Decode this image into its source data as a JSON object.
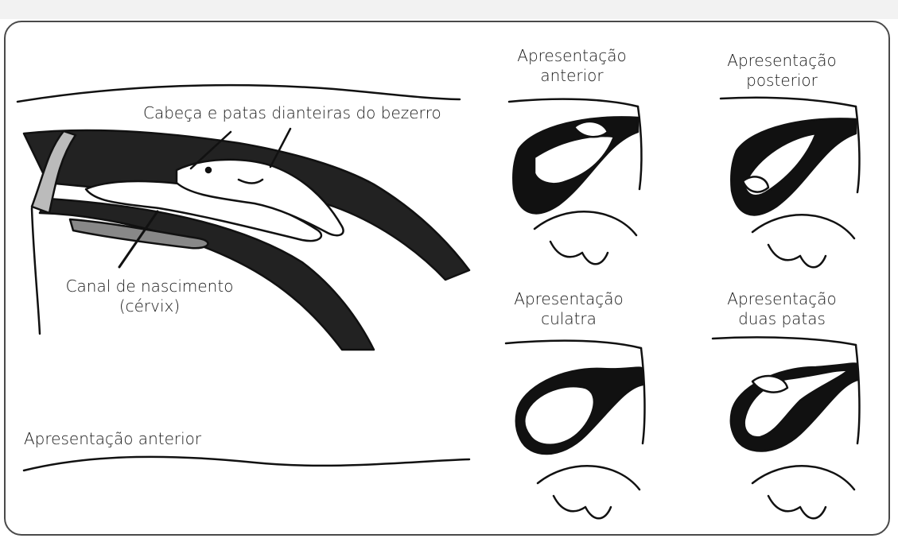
{
  "main": {
    "calf_head_label": "Cabeça e patas dianteiras do bezerro",
    "birth_canal_label": [
      "Canal de nascimento",
      "(cérvix)"
    ],
    "caption": "Apresentação anterior"
  },
  "panels": [
    {
      "lines": [
        "Apresentação",
        "anterior"
      ]
    },
    {
      "lines": [
        "Apresentação",
        "posterior"
      ]
    },
    {
      "lines": [
        "Apresentação",
        "culatra"
      ]
    },
    {
      "lines": [
        "Apresentação",
        "duas patas"
      ]
    }
  ]
}
